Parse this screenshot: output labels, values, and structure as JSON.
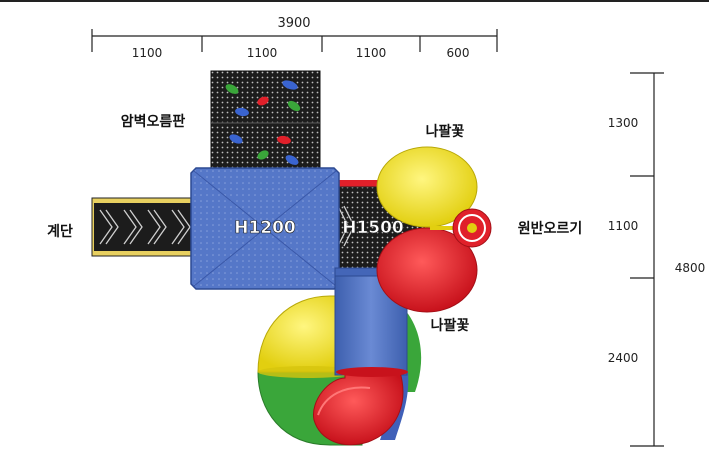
{
  "dimensions": {
    "top_total": "3900",
    "top_segments": [
      "1100",
      "1100",
      "1100",
      "600"
    ],
    "right_total": "4800",
    "right_segments": [
      "1300",
      "1100",
      "2400"
    ]
  },
  "labels": {
    "rock_wall": "암벽오름판",
    "stairs": "계단",
    "deck_1200": "H1200",
    "deck_1500": "H1500",
    "trumpet_top": "나팔꽃",
    "trumpet_bottom": "나팔꽃",
    "disc_climber": "원반오르기"
  },
  "colors": {
    "frame_blue": "#5074c4",
    "yellow": "#f2e21c",
    "red": "#e0202a",
    "green": "#3aa63a",
    "dark_panel": "#1c1c1c"
  }
}
